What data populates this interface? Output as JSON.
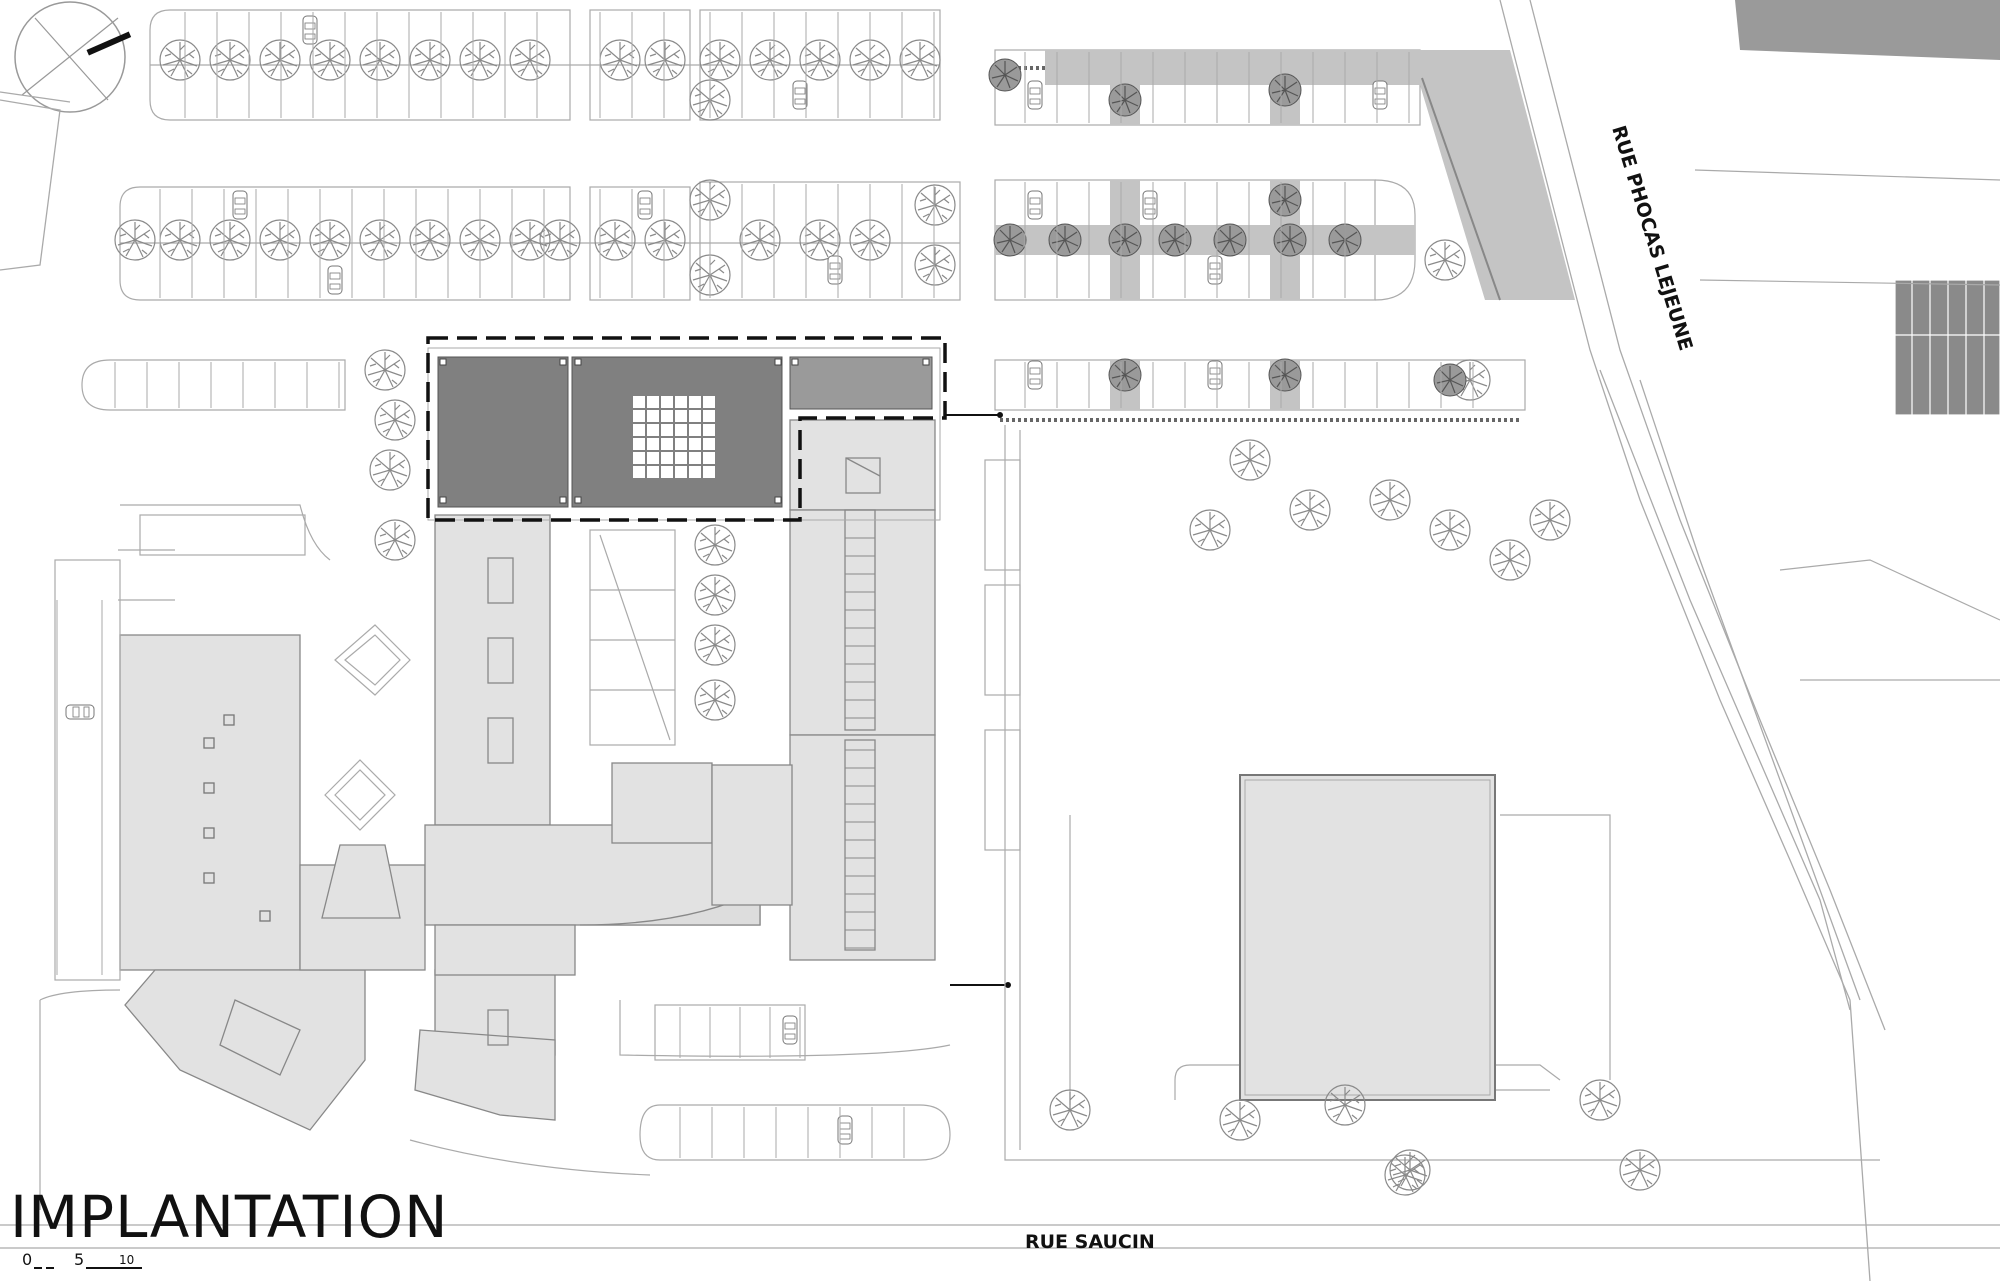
{
  "title": "IMPLANTATION",
  "scale": {
    "t0": "0",
    "t5": "5",
    "t10": "10"
  },
  "streets": {
    "east": "RUE PHOCAS LEJEUNE",
    "south": "RUE SAUCIN"
  },
  "colors": {
    "building_light": "#e2e2e2",
    "building_dark": "#808080",
    "building_mid": "#9a9a9a",
    "road_gray": "#c4c4c4",
    "tree_gray": "#6e6e6e",
    "line": "#9a9a9a"
  },
  "icons": [
    "north-arrow-icon",
    "tree-icon",
    "car-icon"
  ]
}
